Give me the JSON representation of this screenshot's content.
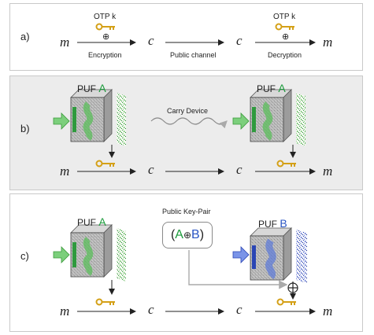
{
  "panel_a": {
    "label": "a)",
    "m_left": "m",
    "c_mid1": "c",
    "c_mid2": "c",
    "m_right": "m",
    "otp_left": "OTP k",
    "otp_right": "OTP k",
    "encryption": "Encryption",
    "public_channel": "Public channel",
    "decryption": "Decryption",
    "xor_symbol": "⊕"
  },
  "panel_b": {
    "label": "b)",
    "puf_left_prefix": "PUF",
    "puf_left_name": "A",
    "puf_right_prefix": "PUF",
    "puf_right_name": "A",
    "carry": "Carry Device",
    "m_left": "m",
    "c_mid1": "c",
    "c_mid2": "c",
    "m_right": "m"
  },
  "panel_c": {
    "label": "c)",
    "puf_left_prefix": "PUF",
    "puf_left_name": "A",
    "puf_right_prefix": "PUF",
    "puf_right_name": "B",
    "keypair_title": "Public Key-Pair",
    "keypair_open": "(",
    "keypair_a": "A",
    "keypair_op": "⊕",
    "keypair_b": "B",
    "keypair_close": ")",
    "m_left": "m",
    "c_mid1": "c",
    "c_mid2": "c",
    "m_right": "m"
  },
  "colors": {
    "green": "#1a9a3a",
    "blue": "#2a55c4",
    "key": "#d4a017",
    "panel_gray": "#ececec"
  }
}
